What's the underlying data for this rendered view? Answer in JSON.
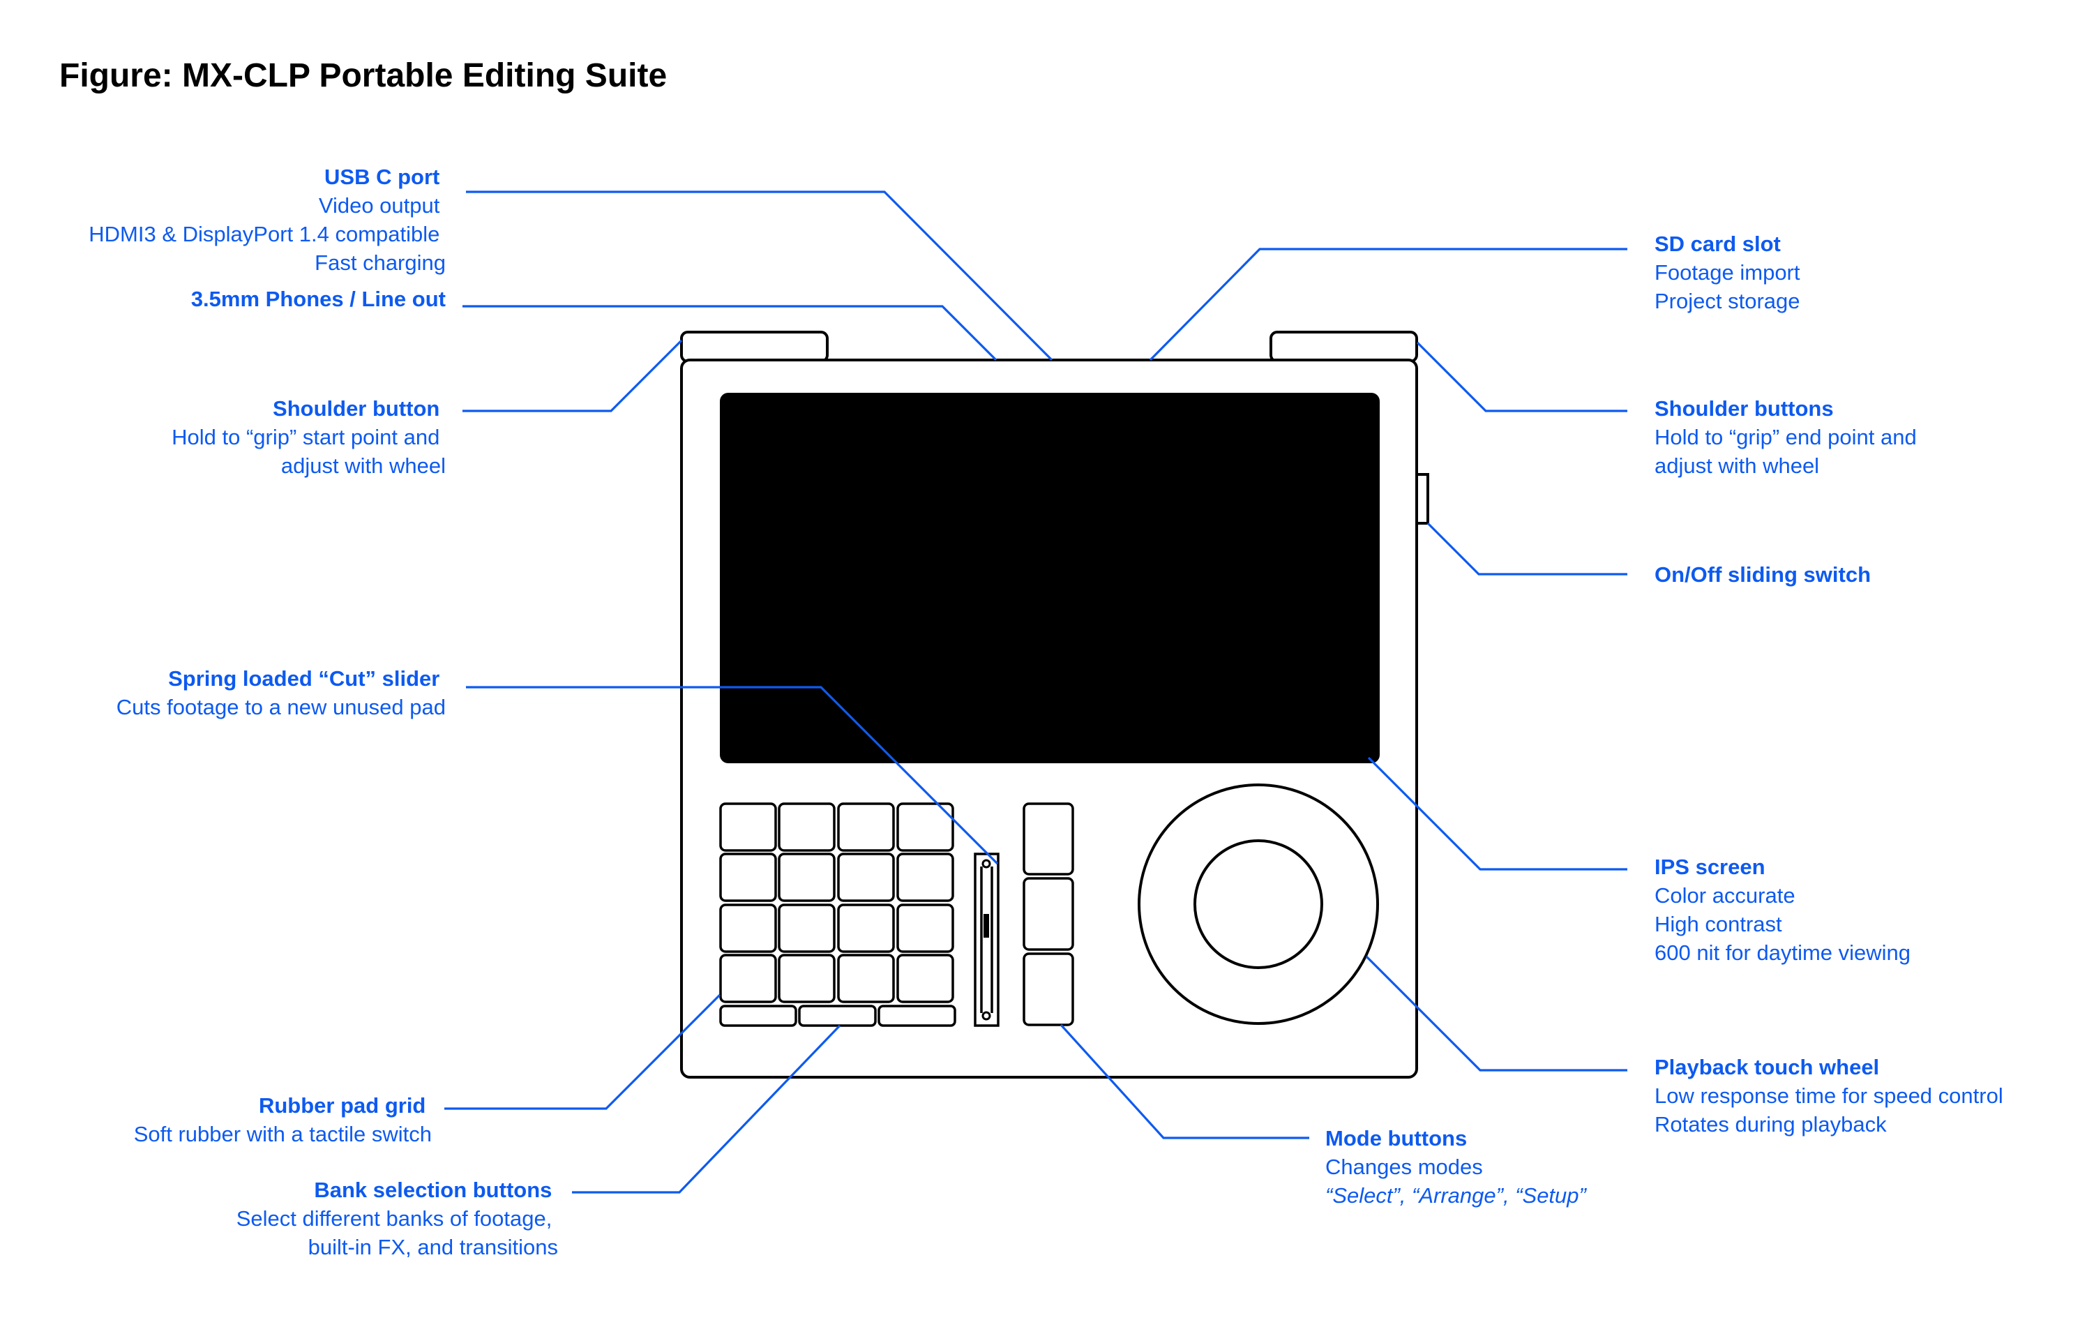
{
  "title": "Figure: MX-CLP Portable Editing Suite",
  "colors": {
    "accent": "#0d5af0",
    "outline": "#000000",
    "screen": "#000000"
  },
  "callouts": {
    "usb": {
      "heading": "USB C port",
      "lines": [
        "Video output",
        "HDMI3 & DisplayPort 1.4 compatible",
        "Fast charging"
      ]
    },
    "phones": {
      "heading": "3.5mm Phones / Line out"
    },
    "shoulder_left": {
      "heading": "Shoulder button",
      "lines": [
        "Hold to “grip” start point and",
        "adjust with wheel"
      ]
    },
    "cut_slider": {
      "heading": "Spring loaded “Cut” slider",
      "lines": [
        "Cuts footage to a new unused pad"
      ]
    },
    "pad_grid": {
      "heading": "Rubber pad grid",
      "lines": [
        "Soft rubber with a tactile switch"
      ]
    },
    "bank": {
      "heading": "Bank selection buttons",
      "lines": [
        "Select different banks of footage,",
        "built-in FX, and transitions"
      ]
    },
    "sd": {
      "heading": "SD card slot",
      "lines": [
        "Footage import",
        "Project storage"
      ]
    },
    "shoulder_right": {
      "heading": "Shoulder buttons",
      "lines": [
        "Hold to “grip” end point and",
        "adjust with wheel"
      ]
    },
    "power": {
      "heading": "On/Off sliding switch"
    },
    "ips": {
      "heading": "IPS screen",
      "lines": [
        "Color accurate",
        "High contrast",
        "600 nit for daytime viewing"
      ]
    },
    "wheel": {
      "heading": "Playback touch wheel",
      "lines": [
        "Low response time for speed control",
        "Rotates during playback"
      ]
    },
    "mode": {
      "heading": "Mode buttons",
      "lines": [
        "Changes modes",
        "“Select”, “Arrange”, “Setup”"
      ]
    }
  }
}
